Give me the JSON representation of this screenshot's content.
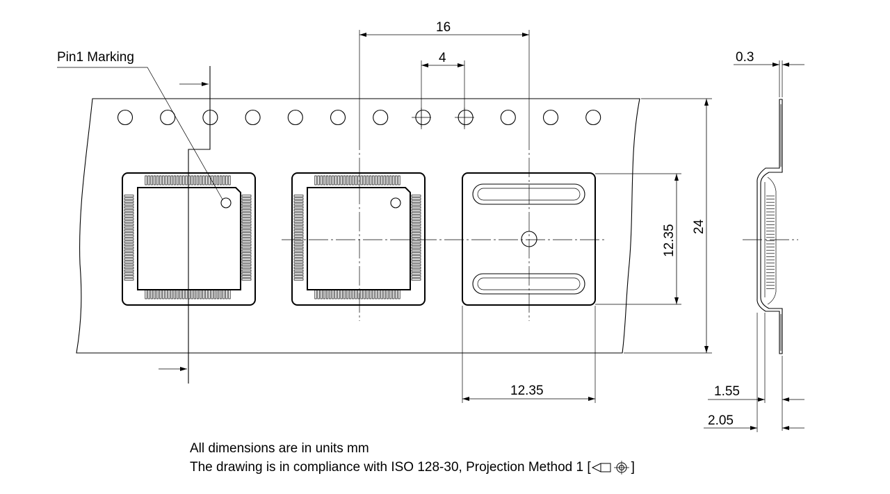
{
  "labels": {
    "pin1": "Pin1 Marking",
    "pitch_sprocket": "16",
    "pitch_hole": "4",
    "thickness": "0.3",
    "pocket_height": "12.35",
    "tape_width": "24",
    "pocket_width": "12.35",
    "pocket_depth": "1.55",
    "total_depth": "2.05"
  },
  "notes": {
    "units": "All dimensions are in units mm",
    "compliance_prefix": "The drawing is in compliance with ISO 128-30, Projection Method 1 [",
    "compliance_suffix": "]"
  },
  "projection_symbol": "first-angle-projection-icon"
}
